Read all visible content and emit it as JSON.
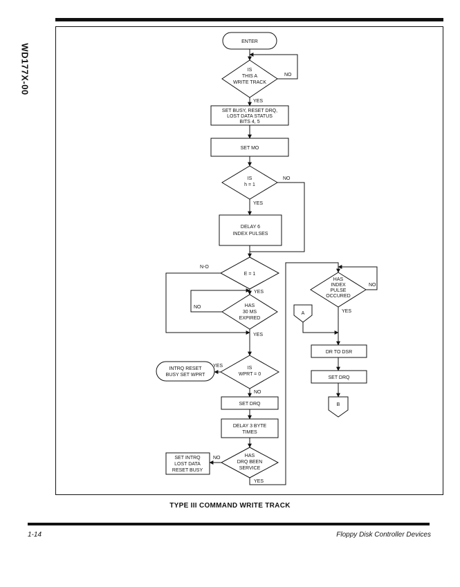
{
  "doc": {
    "side_label": "WD177X-00",
    "caption": "TYPE III COMMAND WRITE TRACK",
    "page_number": "1-14",
    "footer_title": "Floppy Disk Controller Devices"
  },
  "flow": {
    "enter": "ENTER",
    "d_write_track": [
      "IS",
      "THIS A",
      "WRITE TRACK"
    ],
    "set_busy": [
      "SET BUSY, RESET DRQ,",
      "LOST DATA STATUS",
      "BITS 4, 5"
    ],
    "set_mo": "SET MO",
    "d_h": [
      "IS",
      "h = 1"
    ],
    "delay6": [
      "DELAY 6",
      "INDEX PULSES"
    ],
    "d_e": "E = 1",
    "d_30ms": [
      "HAS",
      "30 MS",
      "EXPIRED"
    ],
    "d_wprt": [
      "IS",
      "WPRT = 0"
    ],
    "intrq_reset": [
      "INTRQ RESET",
      "BUSY SET WPRT"
    ],
    "set_drq": "SET DRQ",
    "delay3": [
      "DELAY 3 BYTE",
      "TIMES"
    ],
    "d_drq": [
      "HAS",
      "DRQ BEEN",
      "SERVICE"
    ],
    "set_intrq": [
      "SET INTRQ",
      "LOST DATA",
      "RESET BUSY"
    ],
    "d_index": [
      "HAS",
      "INDEX",
      "PULSE",
      "OCCURED"
    ],
    "connector_a": "A",
    "dr_to_dsr": "DR TO DSR",
    "set_drq_right": "SET DRQ",
    "connector_b": "B",
    "labels": {
      "yes": "YES",
      "no": "NO",
      "no_alt": "N-O"
    }
  }
}
